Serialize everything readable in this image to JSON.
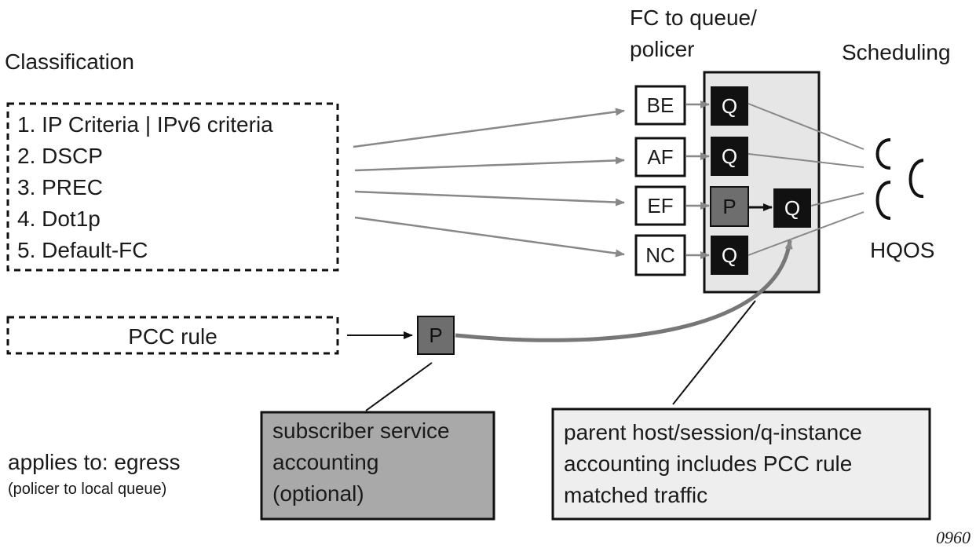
{
  "labels": {
    "classification": "Classification",
    "fc_queue_line1": "FC to queue/",
    "fc_queue_line2": "policer",
    "scheduling": "Scheduling",
    "hqos": "HQOS",
    "applies_to": "applies to: egress",
    "applies_note": "(policer to local queue)",
    "figure_number": "0960"
  },
  "classification_criteria": [
    "1. IP Criteria | IPv6 criteria",
    "2. DSCP",
    "3. PREC",
    "4. Dot1p",
    "5. Default-FC"
  ],
  "forwarding_classes": [
    "BE",
    "AF",
    "EF",
    "NC"
  ],
  "queue_label": "Q",
  "policer_label": "P",
  "pcc_rule": "PCC rule",
  "callouts": {
    "subscriber": [
      "subscriber service",
      "accounting",
      "(optional)"
    ],
    "parent": [
      "parent host/session/q-instance",
      "accounting includes PCC rule",
      "matched traffic"
    ]
  },
  "colors": {
    "queue_fill": "#111111",
    "policer_fill": "#6e6e6e",
    "panel_fill": "#e6e6e6",
    "subscriber_callout_fill": "#a9a9a9",
    "parent_callout_fill": "#eeeeee",
    "arrow_gray": "#888888"
  }
}
